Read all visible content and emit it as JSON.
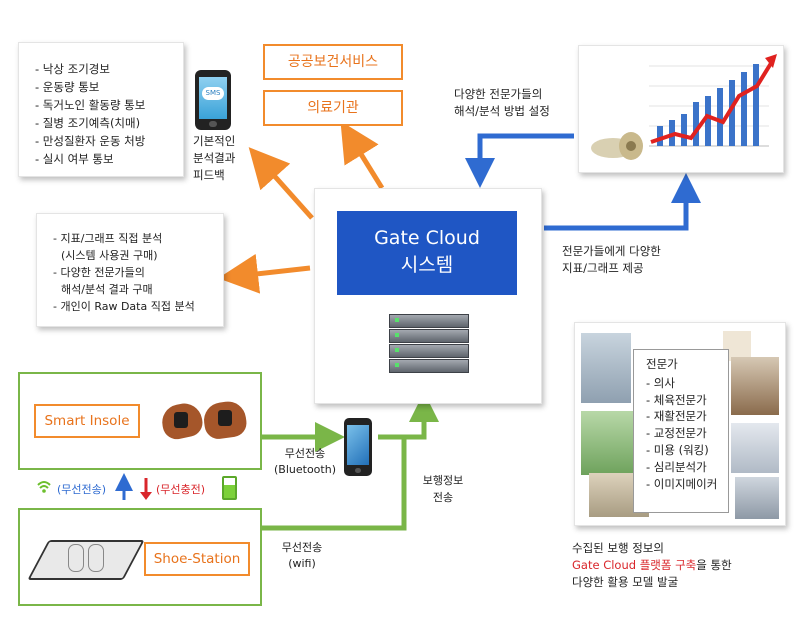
{
  "top_left_list": [
    "- 낙상 조기경보",
    "- 운동량 통보",
    "- 독거노인 활동량 통보",
    "- 질병 조기예측(치매)",
    "- 만성질환자 운동 처방",
    "- 실시 여부 통보"
  ],
  "phone_label": [
    "기본적인",
    "분석결과",
    "피드백"
  ],
  "sms_text": "SMS",
  "service_boxes": {
    "public_health": "공공보건서비스",
    "medical": "의료기관"
  },
  "mid_left_list": [
    "- 지표/그래프 직접 분석",
    "(시스템 사용권 구매)",
    "- 다양한 전문가들의",
    "해석/분석 결과 구매",
    "- 개인이 Raw Data 직접 분석"
  ],
  "center": {
    "title_line1": "Gate Cloud",
    "title_line2": "시스템"
  },
  "top_right_label": [
    "다양한 전문가들의",
    "해석/분석 방법 설정"
  ],
  "right_mid_label": [
    "전문가들에게 다양한",
    "지표/그래프 제공"
  ],
  "smart_insole": "Smart Insole",
  "shoe_station": "Shoe-Station",
  "wireless_tx": "(무선전송)",
  "wireless_charge": "(무선충전)",
  "bluetooth_label": [
    "무선전송",
    "(Bluetooth)"
  ],
  "wifi_label": [
    "무선전송",
    "(wifi)"
  ],
  "gait_label": [
    "보행정보",
    "전송"
  ],
  "experts": {
    "title": "전문가",
    "items": [
      "- 의사",
      "- 체육전문가",
      "- 재활전문가",
      "- 교정전문가",
      "- 미용 (워킹)",
      "- 심리분석가",
      "- 이미지메이커"
    ]
  },
  "bottom_right": {
    "line1": "수집된 보행 정보의",
    "line2_highlight": "Gate Cloud 플랫폼 구축",
    "line2_rest": "을 통한",
    "line3": "다양한 활용 모델 발굴"
  },
  "colors": {
    "orange": "#f28b2c",
    "blue": "#2f6bd1",
    "green": "#7ab648",
    "center_box": "#1f56c4",
    "red": "#d9262b"
  },
  "icons": {
    "phone": "smartphone-icon",
    "server": "server-icon",
    "chart": "rising-chart-icon",
    "insole": "insole-icon",
    "station": "charging-pad-icon",
    "wifi": "wifi-icon",
    "battery": "battery-icon"
  }
}
